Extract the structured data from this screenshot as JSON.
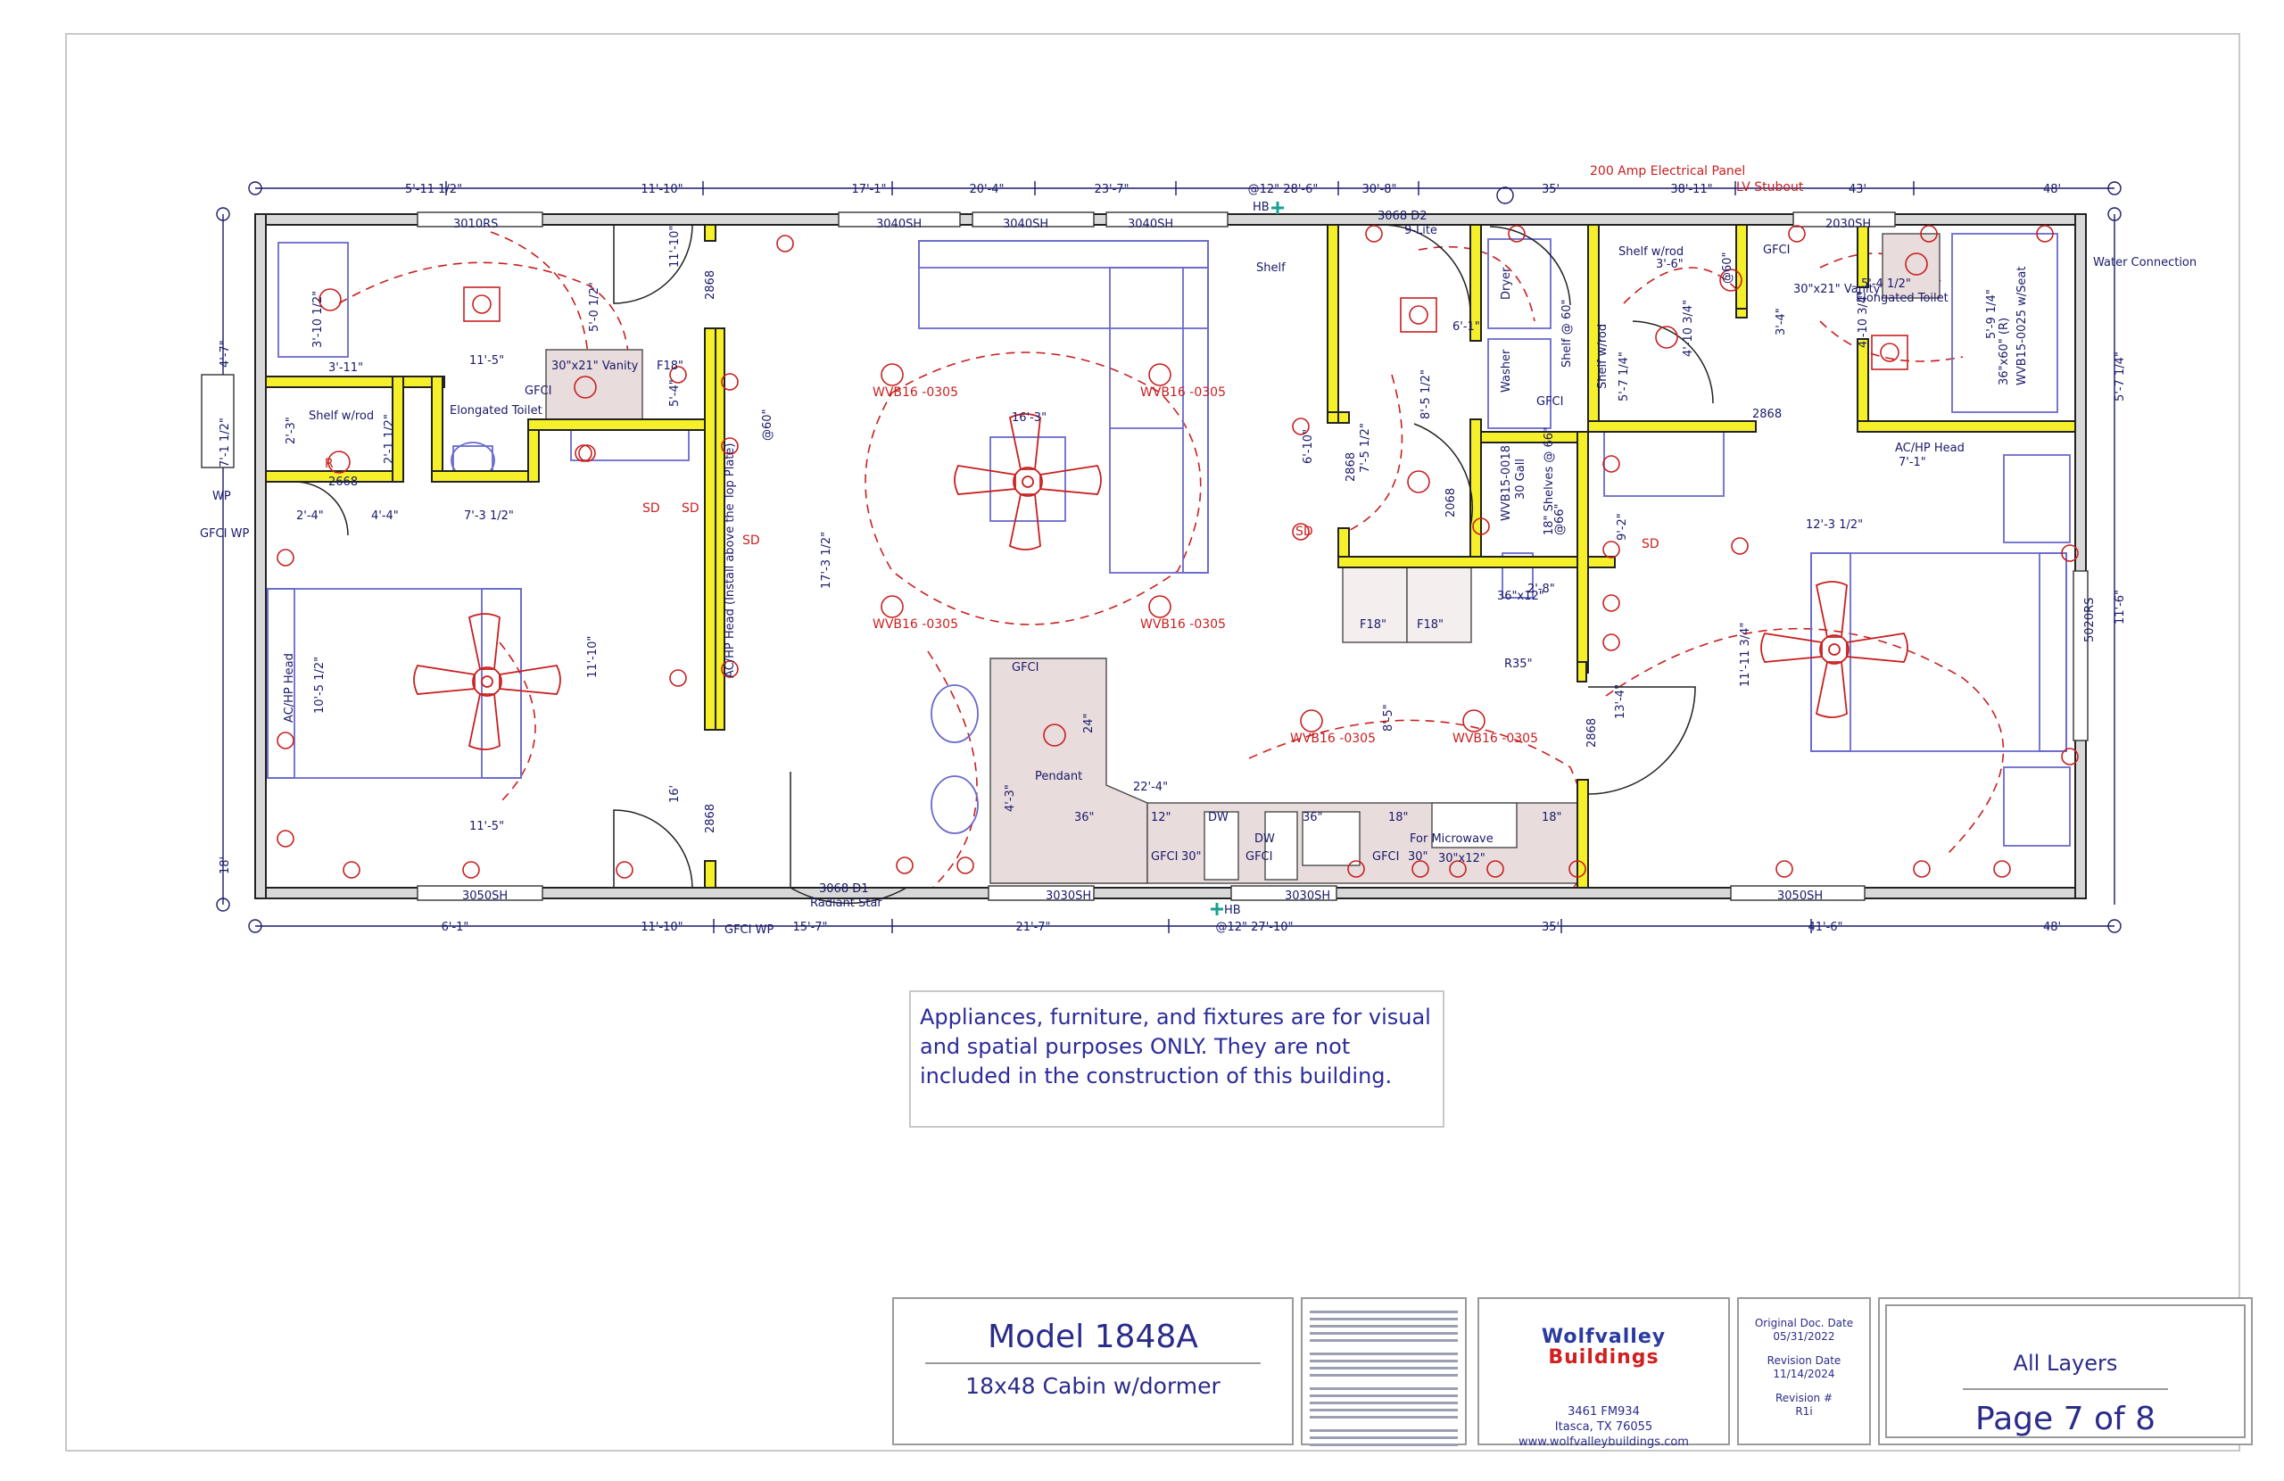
{
  "plan": {
    "dims_top": [
      "5'-11 1/2\"",
      "11'-10\"",
      "17'-1\"",
      "20'-4\"",
      "23'-7\"",
      "@12\" 28'-6\"",
      "30'-8\"",
      "35'",
      "38'-11\"",
      "43'",
      "48'"
    ],
    "dims_bottom": [
      "6'-1\"",
      "11'-10\"",
      "15'-7\"",
      "21'-7\"",
      "@12\" 27'-10\"",
      "35'",
      "41'-6\"",
      "48'"
    ],
    "windows": [
      "3010RS",
      "3040SH",
      "3040SH",
      "3040SH",
      "3068 D2",
      "9-Lite",
      "2030SH",
      "3050SH",
      "3030SH",
      "3030SH",
      "3050SH",
      "5020RS"
    ],
    "interior_dims": [
      "11'-5\"",
      "16'-3\"",
      "17'-3 1/2\"",
      "11'-10\"",
      "16'",
      "11'-5\"",
      "22'-4\"",
      "4'-3\"",
      "8'-5\"",
      "11'-11 3/4\"",
      "12'-3 1/2\"",
      "6'-1\"",
      "8'-5 1/2\"",
      "7'-5 1/2\"",
      "6'-10\"",
      "3'-6\"",
      "4'-10 3/4\"",
      "3'-4\"",
      "4'-10 3/4\"",
      "5'-7 1/4\"",
      "2'-8\"",
      "3'-11\"",
      "2'-1 1/2\"",
      "2'-3\"",
      "2'-4\"",
      "4'-4\"",
      "7'-3 1/2\"",
      "5'-0 1/2\"",
      "5'-4\"",
      "9'-2\"",
      "13'-4\"",
      "10'-5 1/2\"",
      "4'-7\"",
      "7'-1 1/2\"",
      "18'",
      "11'-6\"",
      "5'-7 1/4\"",
      "7'-1\"",
      "5'-4 1/2\"",
      "5'-9 1/4\"",
      "36\"x12\"",
      "R35\"",
      "24\"",
      "36\"",
      "12\"",
      "36\"",
      "18\"",
      "30\"x12\"",
      "18\"",
      "30\"",
      "30\"",
      "2868",
      "2868",
      "2868",
      "2868",
      "2868",
      "2068",
      "2668",
      "3'-10 1/2\"",
      "11'-10\""
    ],
    "labels": {
      "elec_panel": "200 Amp Electrical Panel",
      "lv_stubout": "LV Stubout",
      "water": "Water Connection",
      "hb_top": "HB",
      "hb_bottom": "HB",
      "shelf": "Shelf",
      "dryer": "Dryer",
      "washer": "Washer",
      "shelf_wrod_laundry": "Shelf w/rod",
      "shelf_60": "Shelf @ 60\"",
      "shelf_wrod_closet": "Shelf w/rod",
      "shelf_wrod_left": "Shelf w/rod",
      "vanity_left": "30\"x21\" Vanity",
      "vanity_right": "30\"x21\" Vanity",
      "f18_a": "F18\"",
      "f18_b": "F18\"",
      "f18_c": "F18\"",
      "elong_toilet_l": "Elongated Toilet",
      "elong_toilet_r": "Elongated Toilet",
      "shower": "36\"x60\" (R)",
      "shower_seat": "WVB15-0025 w/Seat",
      "wvb15_pantry": "WVB15-0018",
      "pantry_shelves": "18\" Shelves @ 66\"",
      "gall_30": "30 Gall",
      "acph_left": "AC/HP Head",
      "acph_mid": "AC/HP Head (Install above the Top Plate)",
      "acph_right": "AC/HP Head",
      "wvb_tl": "WVB16 -0305",
      "wvb_tr": "WVB16 -0305",
      "wvb_bl": "WVB16 -0305",
      "wvb_br": "WVB16 -0305",
      "wvb_k1": "WVB16 -0305",
      "wvb_k2": "WVB16 -0305",
      "pendant": "Pendant",
      "microwave": "For Microwave",
      "dw": "DW",
      "dw2": "DW",
      "door_front": "3068 D1",
      "radiant": "Radiant Star",
      "gfci_isl": "GFCI",
      "gfci_laundry": "GFCI",
      "gfci_wp_left": "GFCI WP",
      "gfci_wp_bottom": "GFCI WP",
      "wp": "WP",
      "gfci_k1": "GFCI",
      "gfci_k2": "GFCI",
      "gfci_k3": "GFCI",
      "gfci_bath": "GFCI",
      "gfci_bath_r": "GFCI",
      "sd_a": "SD",
      "sd_b": "SD",
      "sd_c": "SD",
      "sd_d": "SD",
      "sd_e": "SD",
      "r": "R",
      "at60a": "@60\"",
      "at60b": "@60\"",
      "at66": "@66\""
    }
  },
  "note": {
    "line1": "Appliances, furniture, and fixtures are for visual",
    "line2": "and spatial purposes ONLY.  They are not",
    "line3": "included in the construction of this building."
  },
  "titleblock": {
    "model": "Model 1848A",
    "desc": "18x48 Cabin w/dormer",
    "logo_top": "Wolfvalley",
    "logo_bottom": "Buildings",
    "address1": "3461 FM934",
    "address2": "Itasca, TX 76055",
    "website": "www.wolfvalleybuildings.com",
    "orig_label": "Original Doc. Date",
    "orig_date": "05/31/2022",
    "rev_label": "Revision Date",
    "rev_date": "11/14/2024",
    "revno_label": "Revision #",
    "revno": "R1i",
    "layers": "All Layers",
    "page": "Page  7 of 8"
  },
  "colors": {
    "wall_fill": "#f5f02a",
    "wall_line": "#222222",
    "electrical": "#c82020",
    "furniture": "#6a6acd",
    "dimension": "#1a1a6a",
    "hose_bib": "#18a090",
    "text_blue": "#2b2b9a",
    "counter": "#e9dcdc"
  }
}
